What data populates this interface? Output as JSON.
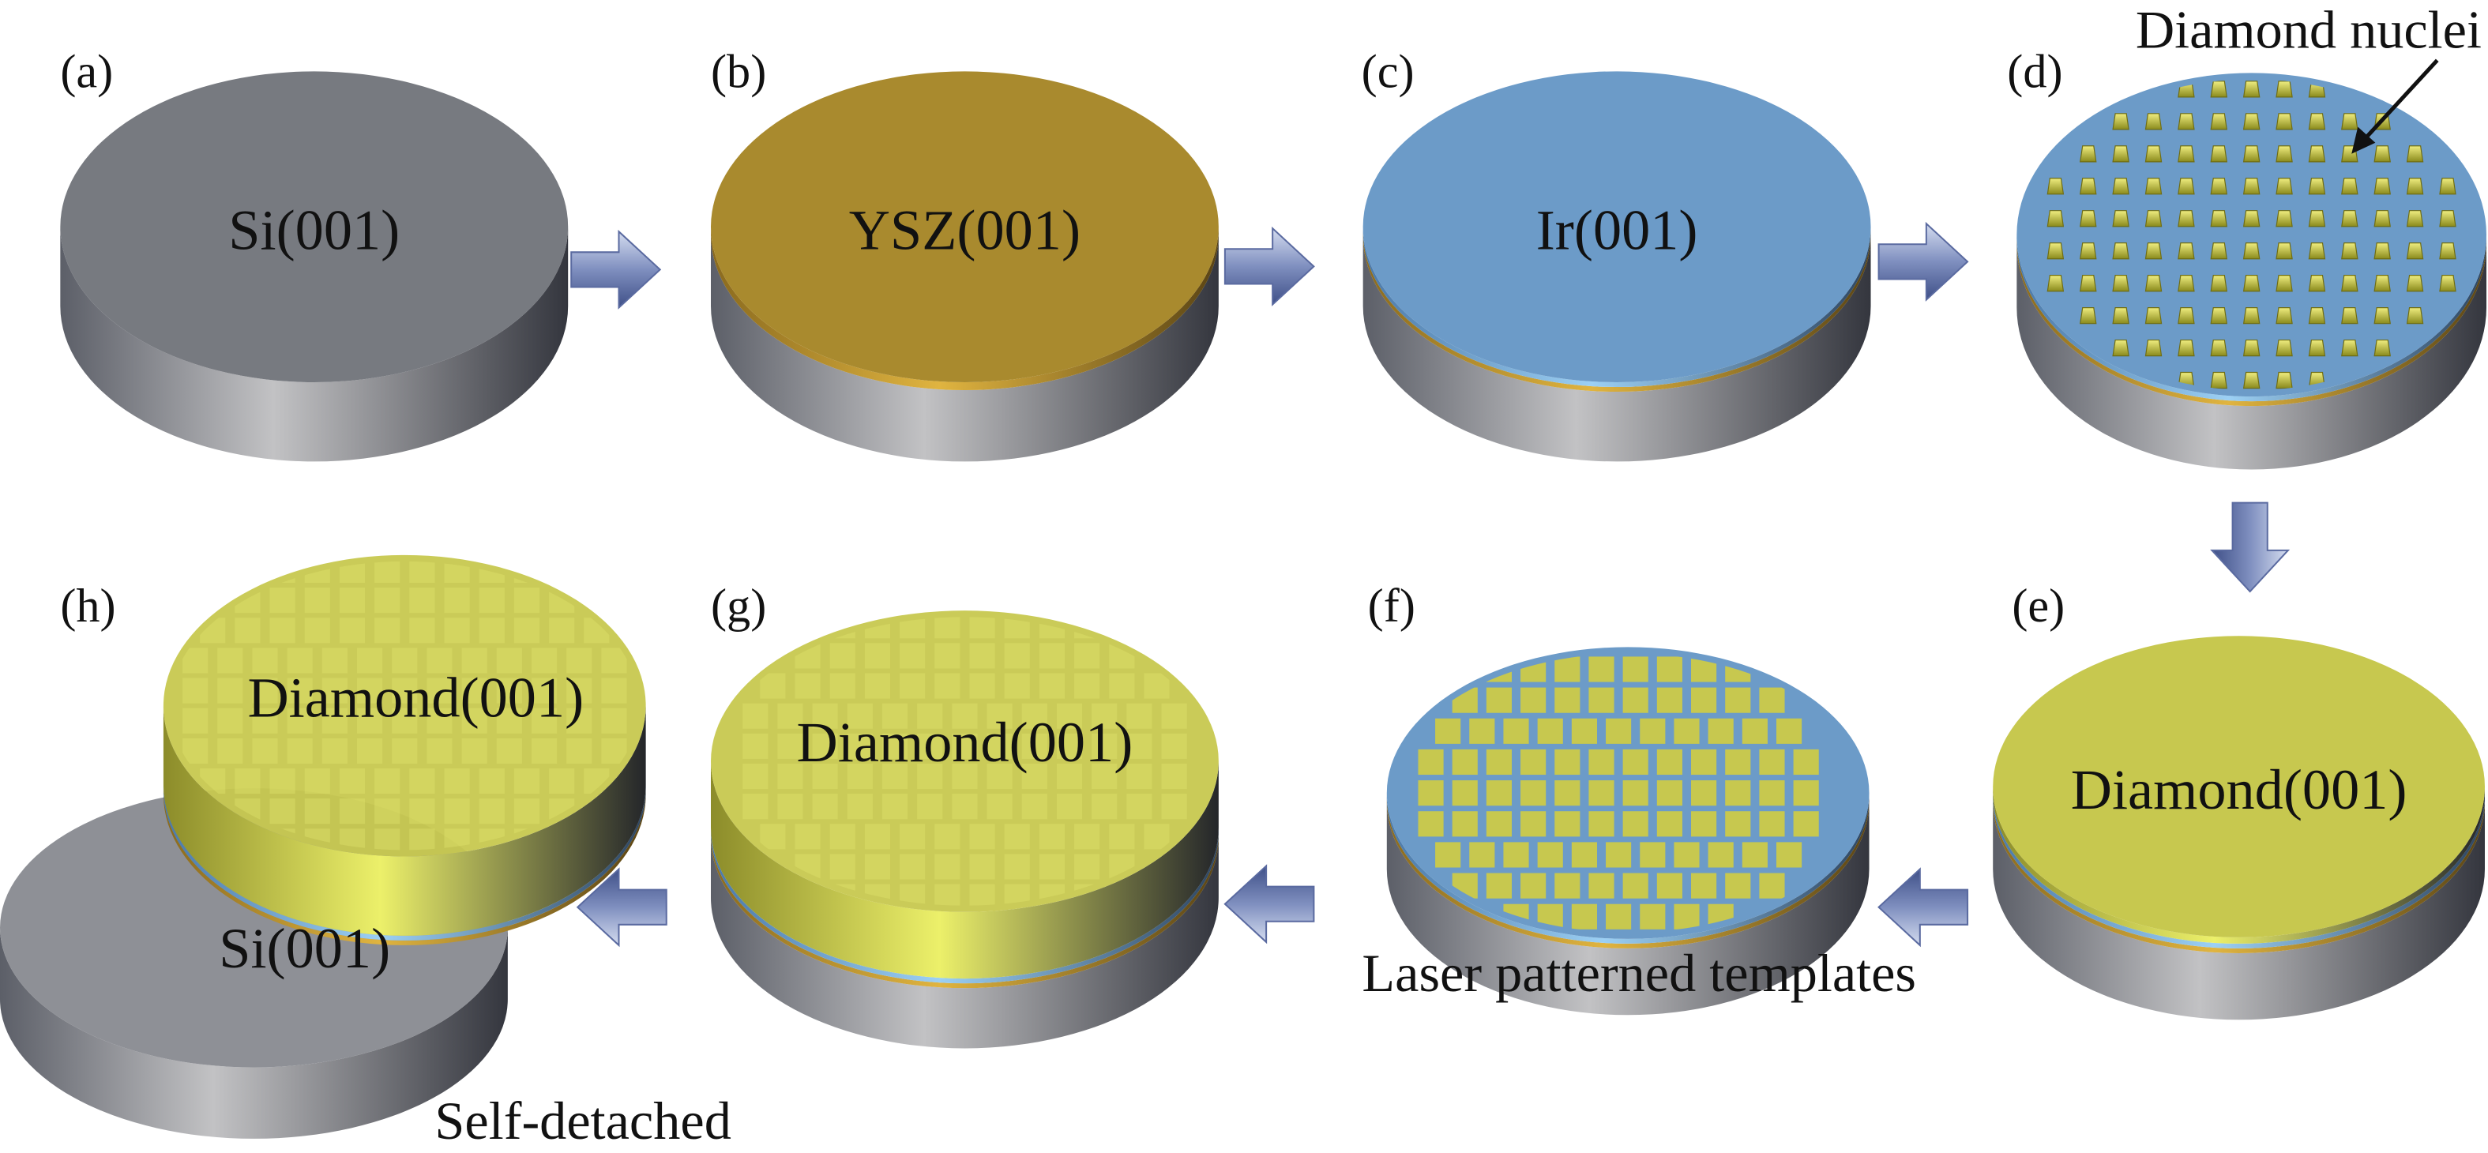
{
  "panels": {
    "a": {
      "label": "(a)",
      "text": "Si(001)"
    },
    "b": {
      "label": "(b)",
      "text": "YSZ(001)"
    },
    "c": {
      "label": "(c)",
      "text": "Ir(001)"
    },
    "d": {
      "label": "(d)",
      "annotation": "Diamond nuclei"
    },
    "e": {
      "label": "(e)",
      "text": "Diamond(001)"
    },
    "f": {
      "label": "(f)",
      "caption": "Laser patterned templates"
    },
    "g": {
      "label": "(g)",
      "text": "Diamond(001)"
    },
    "h": {
      "label": "(h)",
      "text_top": "Diamond(001)",
      "text_bottom": "Si(001)",
      "caption": "Self-detached"
    }
  },
  "colors": {
    "si": "#777a80",
    "si_light": "#8e9096",
    "ysz": "#a98a2e",
    "ir": "#6c9bc8",
    "diamond": "#c7c84f",
    "arrow": "#5a6ba0"
  }
}
